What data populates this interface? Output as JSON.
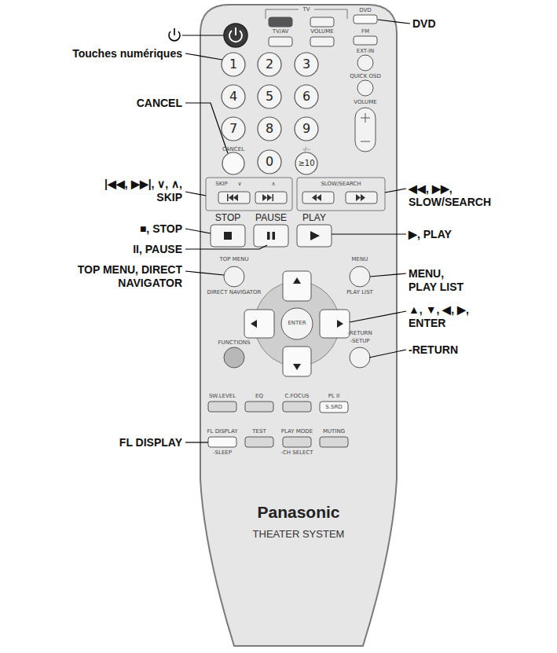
{
  "diagram": {
    "labels": [
      "DVD",
      "Touches numériques",
      "CANCEL",
      "|◀◀, ▶▶|, ∨, ∧, SKIP",
      "■, STOP",
      "II, PAUSE",
      "TOP MENU, DIRECT NAVIGATOR",
      "FL DISPLAY",
      "◀◀, ▶▶, SLOW/SEARCH",
      "▶, PLAY",
      "MENU, PLAY LIST",
      "▲, ▼, ◀, ▶, ENTER",
      "-RETURN",
      "TV",
      "VOLUME",
      "TV/AV",
      "DVD",
      "FM",
      "EXT-IN",
      "QUICK OSD",
      "VOLUME",
      "1",
      "2",
      "3",
      "4",
      "5",
      "6",
      "7",
      "8",
      "9",
      "CANCEL",
      "0",
      "-/--",
      "≥10",
      "SKIP",
      "∨",
      "∧",
      "SLOW/SEARCH",
      "STOP",
      "PAUSE",
      "PLAY",
      "TOP MENU",
      "DIRECT NAVIGATOR",
      "MENU",
      "PLAY LIST",
      "ENTER",
      "-RETURN",
      "-SETUP",
      "FUNCTIONS",
      "SW.LEVEL",
      "EQ",
      "C.FOCUS",
      "PL II",
      "S.SRD",
      "FL DISPLAY",
      "-SLEEP",
      "TEST",
      "PLAY MODE",
      "-CH SELECT",
      "MUTING",
      "Panasonic",
      "THEATER SYSTEM"
    ]
  }
}
